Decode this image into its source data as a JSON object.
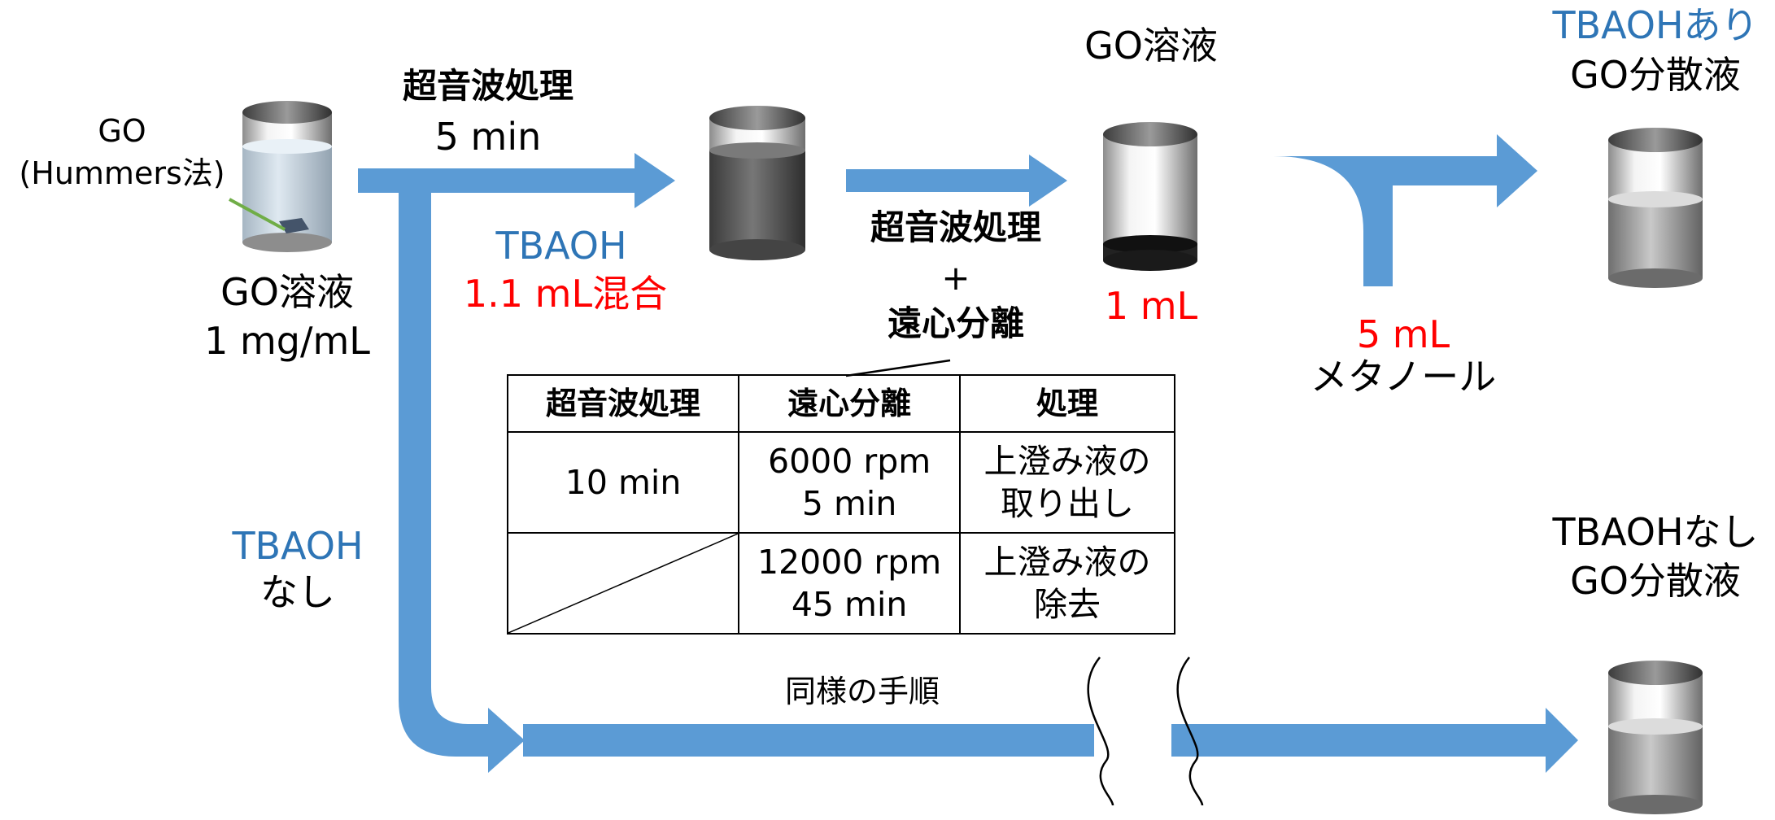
{
  "colors": {
    "arrow": "#5B9BD5",
    "blue_text": "#2E75B6",
    "red_text": "#FF0000",
    "line_green": "#70AD47"
  },
  "start": {
    "go_label": "GO",
    "go_source": "(Hummers法)",
    "solution_name": "GO溶液",
    "solution_conc": "1 mg/mL"
  },
  "step1": {
    "process": "超音波処理",
    "time": "5 min"
  },
  "tbaoh_branch": {
    "reagent": "TBAOH",
    "amount": "1.1 mL混合"
  },
  "step2": {
    "process": "超音波処理",
    "plus": "+",
    "separation": "遠心分離"
  },
  "go_solution": {
    "label": "GO溶液",
    "volume": "1 mL"
  },
  "methanol": {
    "volume": "5 mL",
    "name": "メタノール"
  },
  "result_with": {
    "line1": "TBAOHあり",
    "line2": "GO分散液"
  },
  "no_tbaoh_branch": {
    "reagent": "TBAOH",
    "label": "なし"
  },
  "same_procedure": "同様の手順",
  "result_without": {
    "line1": "TBAOHなし",
    "line2": "GO分散液"
  },
  "table": {
    "headers": [
      "超音波処理",
      "遠心分離",
      "処理"
    ],
    "rows": [
      {
        "sonication": "10 min",
        "speed": "6000 rpm",
        "duration": "5 min",
        "treat1": "上澄み液の",
        "treat2": "取り出し"
      },
      {
        "sonication": "",
        "speed": "12000 rpm",
        "duration": "45 min",
        "treat1": "上澄み液の",
        "treat2": "除去"
      }
    ]
  },
  "icons": [
    "beaker-icon",
    "go-flake-icon",
    "arrow-icon",
    "break-mark-icon"
  ]
}
